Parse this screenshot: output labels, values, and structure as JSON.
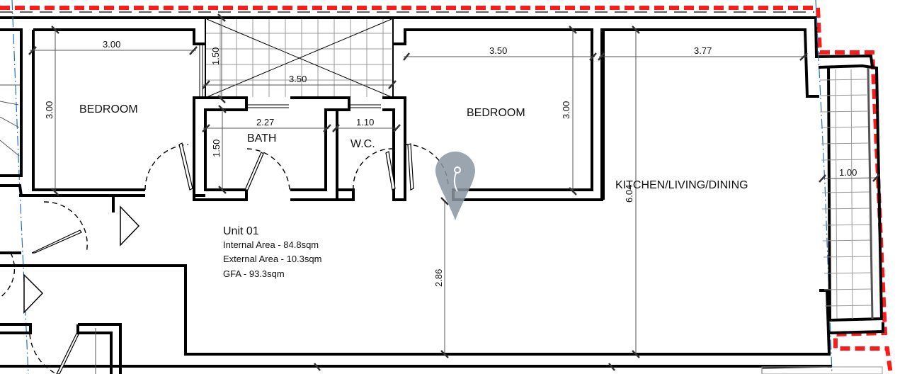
{
  "rooms": {
    "bedroom_1": "BEDROOM",
    "bath": "BATH",
    "wc": "W.C.",
    "bedroom_2": "BEDROOM",
    "kitchen": "KITCHEN/LIVING/DINING"
  },
  "dimensions": {
    "bedroom_1_width": "3.00",
    "bedroom_1_depth": "3.00",
    "terrace_depth": "1.50",
    "terrace_width": "3.50",
    "bath_width": "2.27",
    "bath_depth": "1.50",
    "wc_width": "1.10",
    "bedroom_2_width": "3.50",
    "bedroom_2_depth": "3.00",
    "kitchen_width": "3.77",
    "kitchen_depth": "6.04",
    "hall_depth": "2.86",
    "balcony_width": "1.00"
  },
  "unit_info": {
    "title": "Unit 01",
    "internal_area": "Internal Area - 84.8sqm",
    "external_area": "External Area - 10.3sqm",
    "gfa": "GFA - 93.3sqm"
  },
  "marker": {
    "icon": "map-pin-icon",
    "color": "#8a96a2"
  },
  "colors": {
    "boundary": "#ff1a1a",
    "wall": "#000000",
    "gridline": "#2a6fb5",
    "dimension": "#555555"
  }
}
